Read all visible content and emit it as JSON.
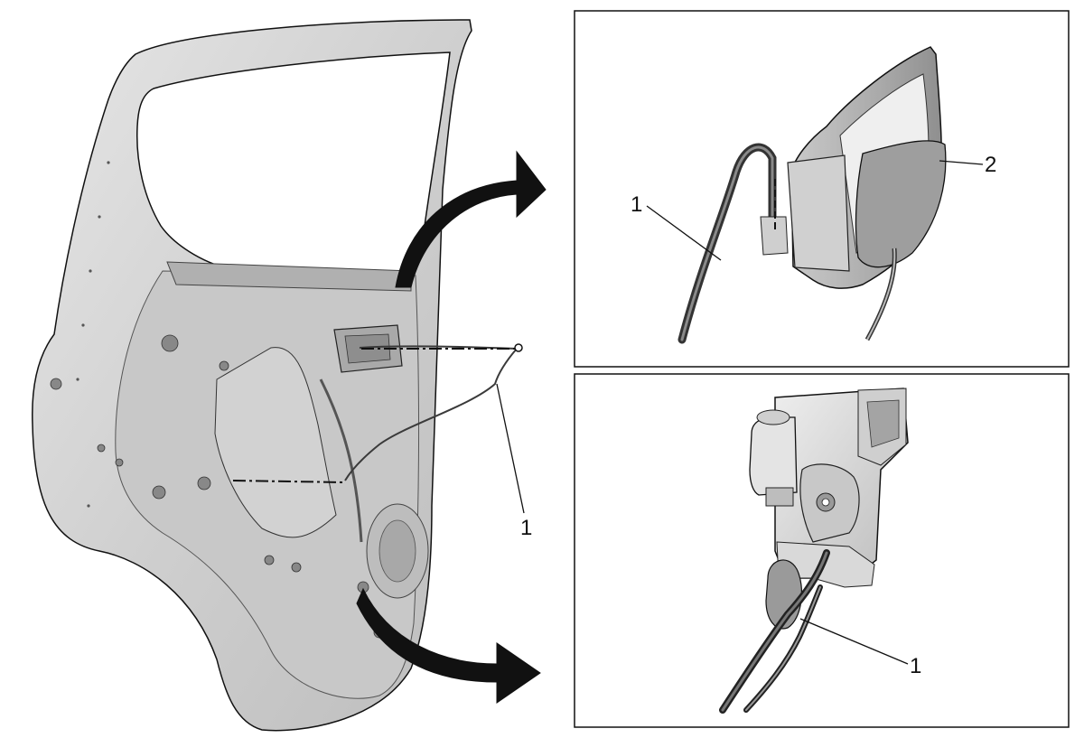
{
  "callouts": {
    "door_cable": "1",
    "handle_cable": "1",
    "handle": "2",
    "latch_cable": "1"
  },
  "colors": {
    "outline": "#111111",
    "part_light": "#d6d6d6",
    "part_mid": "#b9b9b9",
    "part_dark": "#8a8a8a",
    "arrow": "#111111",
    "cable": "#3a3a3a"
  }
}
